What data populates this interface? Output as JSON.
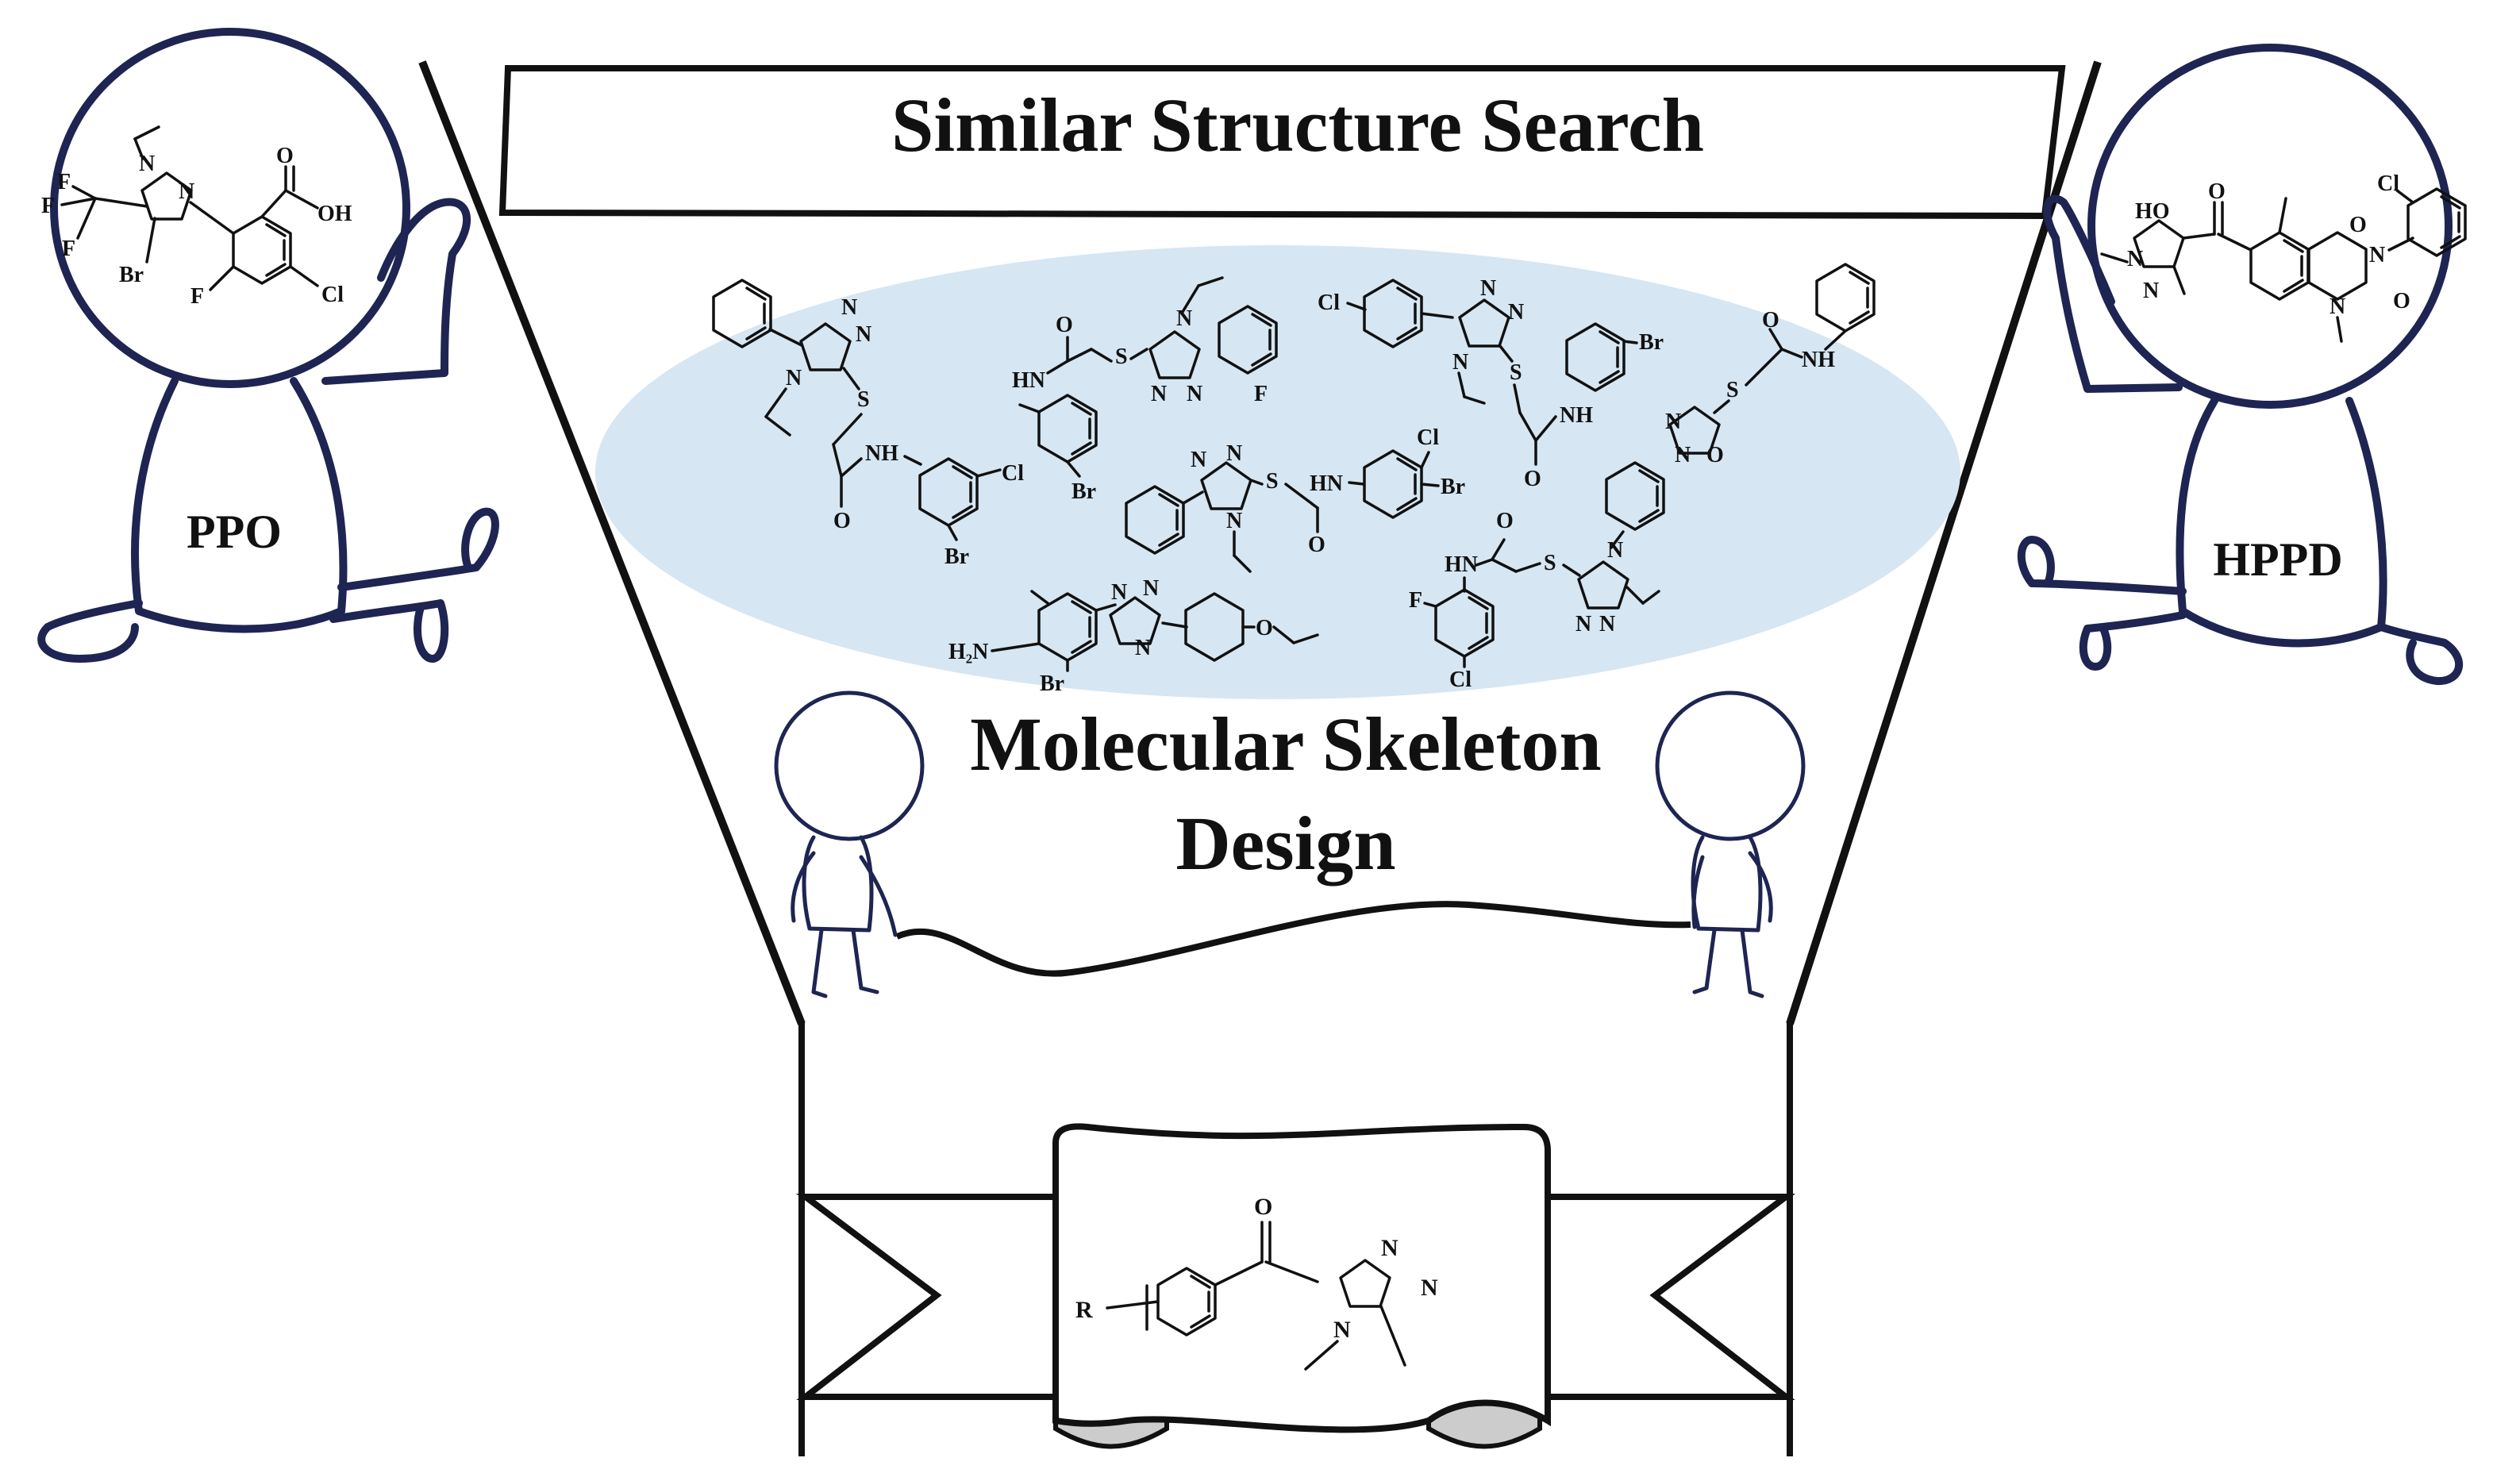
{
  "banner": {
    "title": "Similar Structure Search"
  },
  "scroll": {
    "line1": "Molecular Skeleton",
    "line2": "Design"
  },
  "characters": {
    "left_label": "PPO",
    "right_label": "HPPD"
  },
  "atoms": {
    "F": "F",
    "Br": "Br",
    "Cl": "Cl",
    "N": "N",
    "O": "O",
    "S": "S",
    "OH": "OH",
    "HO": "HO",
    "NH": "NH",
    "HN": "HN",
    "H2N": "H₂N",
    "R": "R"
  },
  "colors": {
    "ellipse_fill": "#d6e6f3",
    "character_stroke": "#1e2552",
    "line": "#111111",
    "ribbon_fold": "#cccccc"
  },
  "icons": [
    "stick-figure-left",
    "stick-figure-right",
    "stick-person-left",
    "stick-person-right",
    "molecule-structure"
  ]
}
